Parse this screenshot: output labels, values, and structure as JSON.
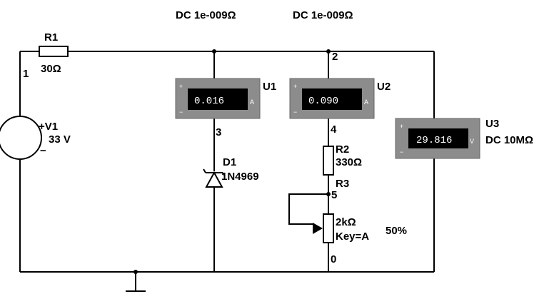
{
  "top_labels": {
    "u1_mode": "DC  1e-009Ω",
    "u2_mode": "DC  1e-009Ω"
  },
  "nodes": {
    "n1": "1",
    "n2": "2",
    "n3": "3",
    "n4": "4",
    "n5": "5",
    "n0": "0"
  },
  "components": {
    "r1": {
      "name": "R1",
      "value": "30Ω"
    },
    "v1": {
      "name": "+V1",
      "value": "33 V",
      "minus": "−"
    },
    "d1": {
      "name": "D1",
      "value": "1N4969"
    },
    "r2": {
      "name": "R2",
      "value": "330Ω"
    },
    "r3": {
      "name": "R3",
      "value": "2kΩ",
      "key": "Key=A",
      "percent": "50%"
    }
  },
  "meters": {
    "u1": {
      "name": "U1",
      "reading": "0.016",
      "unit": "A",
      "plus": "+",
      "minus": "−"
    },
    "u2": {
      "name": "U2",
      "reading": "0.090",
      "unit": "A",
      "plus": "+",
      "minus": "−"
    },
    "u3": {
      "name": "U3",
      "reading": "29.816",
      "unit": "V",
      "plus": "+",
      "minus": "−",
      "mode": "DC  10MΩ"
    }
  },
  "colors": {
    "meter_body": "#8c8c8c",
    "meter_display": "#000000",
    "wire": "#000000",
    "background": "#ffffff"
  }
}
